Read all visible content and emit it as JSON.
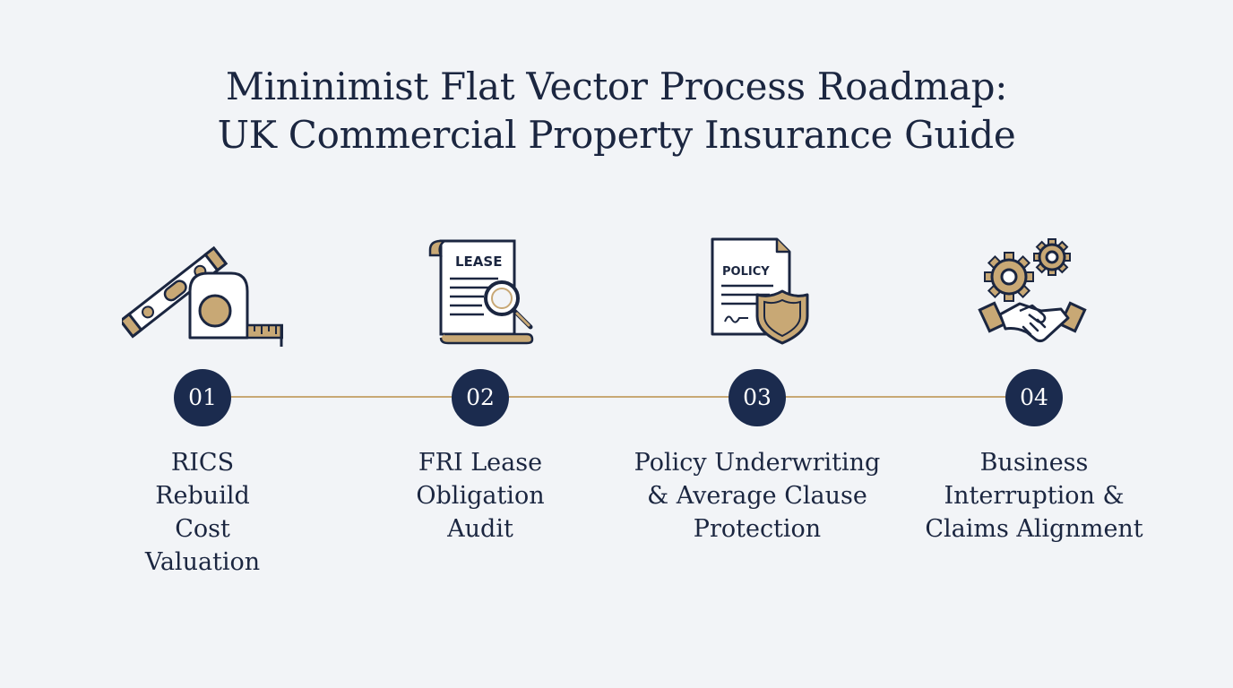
{
  "title": {
    "line1": "Mininimist Flat Vector Process Roadmap:",
    "line2": "UK Commercial Property Insurance Guide"
  },
  "colors": {
    "navy": "#1b2b4e",
    "gold": "#c8a875",
    "background": "#f2f4f7"
  },
  "steps": [
    {
      "number": "01",
      "label": "RICS Rebuild Cost Valuation",
      "icon": "spirit-level-and-tape-measure-icon"
    },
    {
      "number": "02",
      "label": "FRI Lease Obligation Audit",
      "icon": "lease-document-magnifier-icon",
      "icon_text": "LEASE"
    },
    {
      "number": "03",
      "label": "Policy Underwriting & Average Clause Protection",
      "icon": "policy-document-shield-icon",
      "icon_text": "POLICY"
    },
    {
      "number": "04",
      "label": "Business Interruption & Claims Alignment",
      "icon": "gears-handshake-icon"
    }
  ]
}
